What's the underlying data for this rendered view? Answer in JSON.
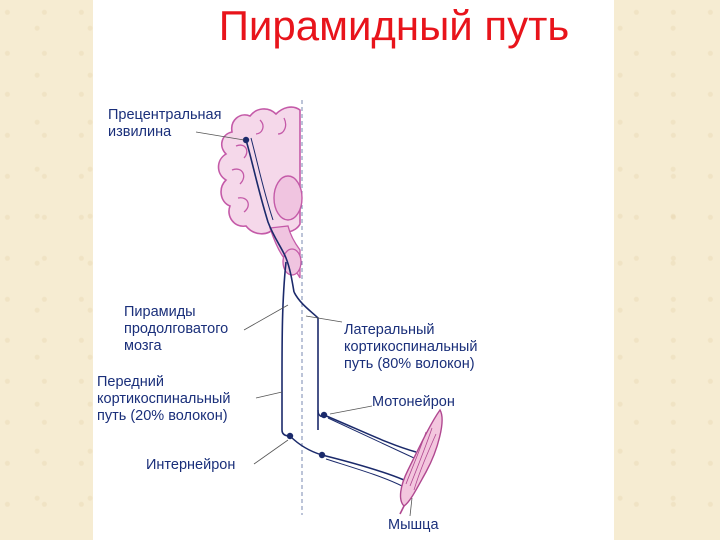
{
  "slide": {
    "title": "Пирамидный путь"
  },
  "labels": {
    "precentral": "Прецентральная\nизвилина",
    "pyramids": "Пирамиды\nпродолговатого\nмозга",
    "lateral": "Латеральный\nкортикоспинальный\nпуть (80% волокон)",
    "anterior": "Передний\nкортикоспинальный\nпуть (20% волокон)",
    "motoneuron": "Мотонейрон",
    "interneuron": "Интернейрон",
    "muscle": "Мышца"
  },
  "colors": {
    "background": "#f6ecd2",
    "slide": "#ffffff",
    "title": "#e8141b",
    "label": "#1a2f7a",
    "pathway": "#1b2a6b",
    "brain_fill": "#f0c4e0",
    "brain_outline": "#c45aa8"
  }
}
